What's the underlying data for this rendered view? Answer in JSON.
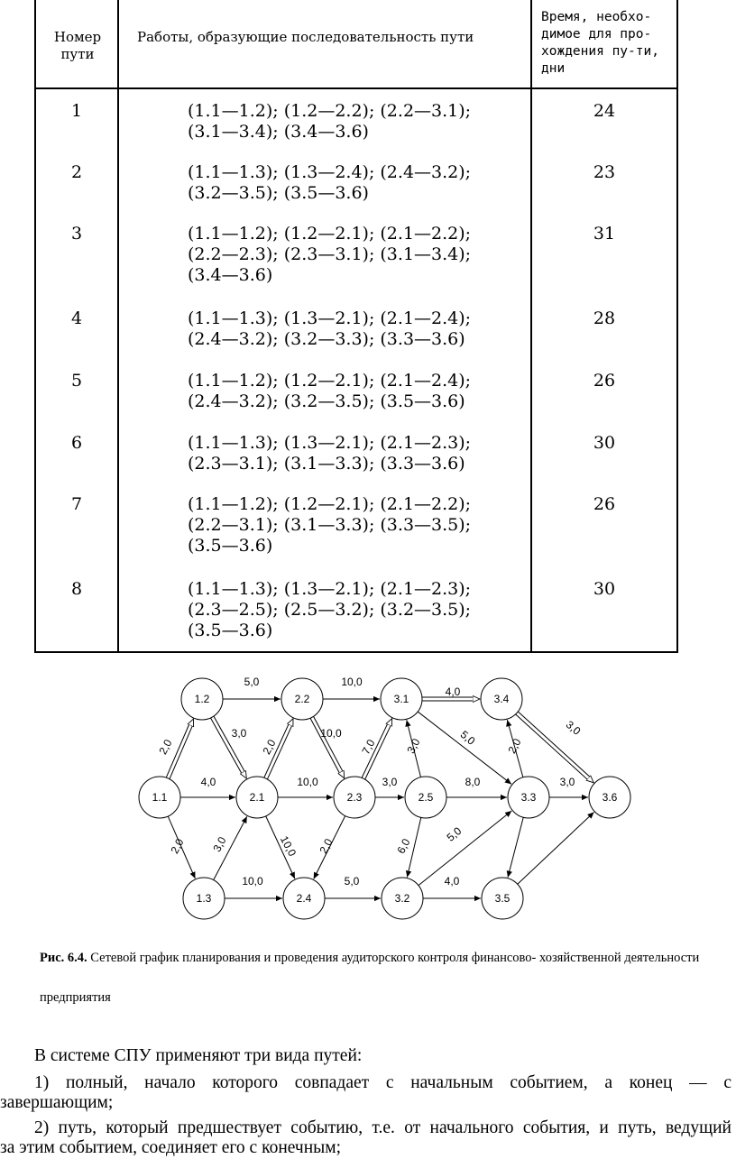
{
  "table": {
    "headers": {
      "num": "Номер пути",
      "works": "Работы, образующие последовательность пути",
      "time": "Время, необхо-димое для про-хождения пу-ти, дни"
    },
    "rows": [
      {
        "num": "1",
        "works": "(1.1—1.2); (1.2—2.2); (2.2—3.1);\n(3.1—3.4); (3.4—3.6)",
        "time": "24"
      },
      {
        "num": "2",
        "works": "(1.1—1.3); (1.3—2.4); (2.4—3.2);\n(3.2—3.5); (3.5—3.6)",
        "time": "23"
      },
      {
        "num": "3",
        "works": "(1.1—1.2); (1.2—2.1); (2.1—2.2);\n(2.2—2.3); (2.3—3.1); (3.1—3.4);\n(3.4—3.6)",
        "time": "31"
      },
      {
        "num": "4",
        "works": "(1.1—1.3); (1.3—2.1); (2.1—2.4);\n(2.4—3.2); (3.2—3.3); (3.3—3.6)",
        "time": "28"
      },
      {
        "num": "5",
        "works": "(1.1—1.2); (1.2—2.1); (2.1—2.4);\n(2.4—3.2); (3.2—3.5); (3.5—3.6)",
        "time": "26"
      },
      {
        "num": "6",
        "works": "(1.1—1.3); (1.3—2.1); (2.1—2.3);\n(2.3—3.1); (3.1—3.3); (3.3—3.6)",
        "time": "30"
      },
      {
        "num": "7",
        "works": "(1.1—1.2); (1.2—2.1); (2.1—2.2);\n(2.2—3.1); (3.1—3.3); (3.3—3.5);\n(3.5—3.6)",
        "time": "26"
      },
      {
        "num": "8",
        "works": "(1.1—1.3); (1.3—2.1); (2.1—2.3);\n(2.3—2.5); (2.5—3.2); (3.2—3.5);\n(3.5—3.6)",
        "time": "30"
      }
    ]
  },
  "graph": {
    "nodes": [
      "1.1",
      "1.2",
      "1.3",
      "2.1",
      "2.2",
      "2.3",
      "2.4",
      "2.5",
      "3.1",
      "3.2",
      "3.3",
      "3.4",
      "3.5",
      "3.6"
    ],
    "edges": [
      {
        "from": "1.1",
        "to": "1.2",
        "label": "2,0",
        "critical": true
      },
      {
        "from": "1.1",
        "to": "2.1",
        "label": "4,0",
        "critical": false
      },
      {
        "from": "1.1",
        "to": "1.3",
        "label": "2,0",
        "critical": false
      },
      {
        "from": "1.2",
        "to": "2.2",
        "label": "5,0",
        "critical": false
      },
      {
        "from": "1.2",
        "to": "2.1",
        "label": "3,0",
        "critical": true
      },
      {
        "from": "1.3",
        "to": "2.1",
        "label": "3,0",
        "critical": false
      },
      {
        "from": "1.3",
        "to": "2.4",
        "label": "10,0",
        "critical": false
      },
      {
        "from": "2.1",
        "to": "2.2",
        "label": "2,0",
        "critical": true
      },
      {
        "from": "2.1",
        "to": "2.3",
        "label": "10,0",
        "critical": false
      },
      {
        "from": "2.1",
        "to": "2.4",
        "label": "10,0",
        "critical": false
      },
      {
        "from": "2.2",
        "to": "3.1",
        "label": "10,0",
        "critical": false
      },
      {
        "from": "2.2",
        "to": "2.3",
        "label": "10,0",
        "critical": true
      },
      {
        "from": "2.3",
        "to": "3.1",
        "label": "7,0",
        "critical": true
      },
      {
        "from": "2.3",
        "to": "2.5",
        "label": "3,0",
        "critical": false
      },
      {
        "from": "2.3",
        "to": "2.4",
        "label": "2,0",
        "critical": false
      },
      {
        "from": "2.4",
        "to": "3.2",
        "label": "5,0",
        "critical": false
      },
      {
        "from": "2.5",
        "to": "3.1",
        "label": "3,0",
        "critical": false
      },
      {
        "from": "2.5",
        "to": "3.3",
        "label": "8,0",
        "critical": false
      },
      {
        "from": "2.5",
        "to": "3.2",
        "label": "6,0",
        "critical": false
      },
      {
        "from": "3.1",
        "to": "3.4",
        "label": "4,0",
        "critical": true
      },
      {
        "from": "3.1",
        "to": "3.3",
        "label": "5,0",
        "critical": false
      },
      {
        "from": "3.2",
        "to": "3.3",
        "label": "5,0",
        "critical": false
      },
      {
        "from": "3.2",
        "to": "3.5",
        "label": "4,0",
        "critical": false
      },
      {
        "from": "3.3",
        "to": "3.4",
        "label": "2,0",
        "critical": false
      },
      {
        "from": "3.3",
        "to": "3.6",
        "label": "3,0",
        "critical": false
      },
      {
        "from": "3.3",
        "to": "3.5",
        "label": "",
        "critical": false
      },
      {
        "from": "3.4",
        "to": "3.6",
        "label": "3,0",
        "critical": true
      },
      {
        "from": "3.5",
        "to": "3.6",
        "label": "",
        "critical": false
      }
    ]
  },
  "caption": {
    "label": "Рис. 6.4.",
    "text": " Сетевой график планирования и проведения аудиторского контроля финансово- хозяйственной деятельности предприятия"
  },
  "body": {
    "intro": "В системе СПУ применяют три вида путей:",
    "item1_line1": "1) полный, начало которого совпадает с начальным событием, а конец — с",
    "item1_line2": "завершающим;",
    "item2_line1": "2) путь, который предшествует событию, т.е. от начального события, и путь, ведущий",
    "item2_line2": "за этим событием, соединяет его с конечным;"
  }
}
